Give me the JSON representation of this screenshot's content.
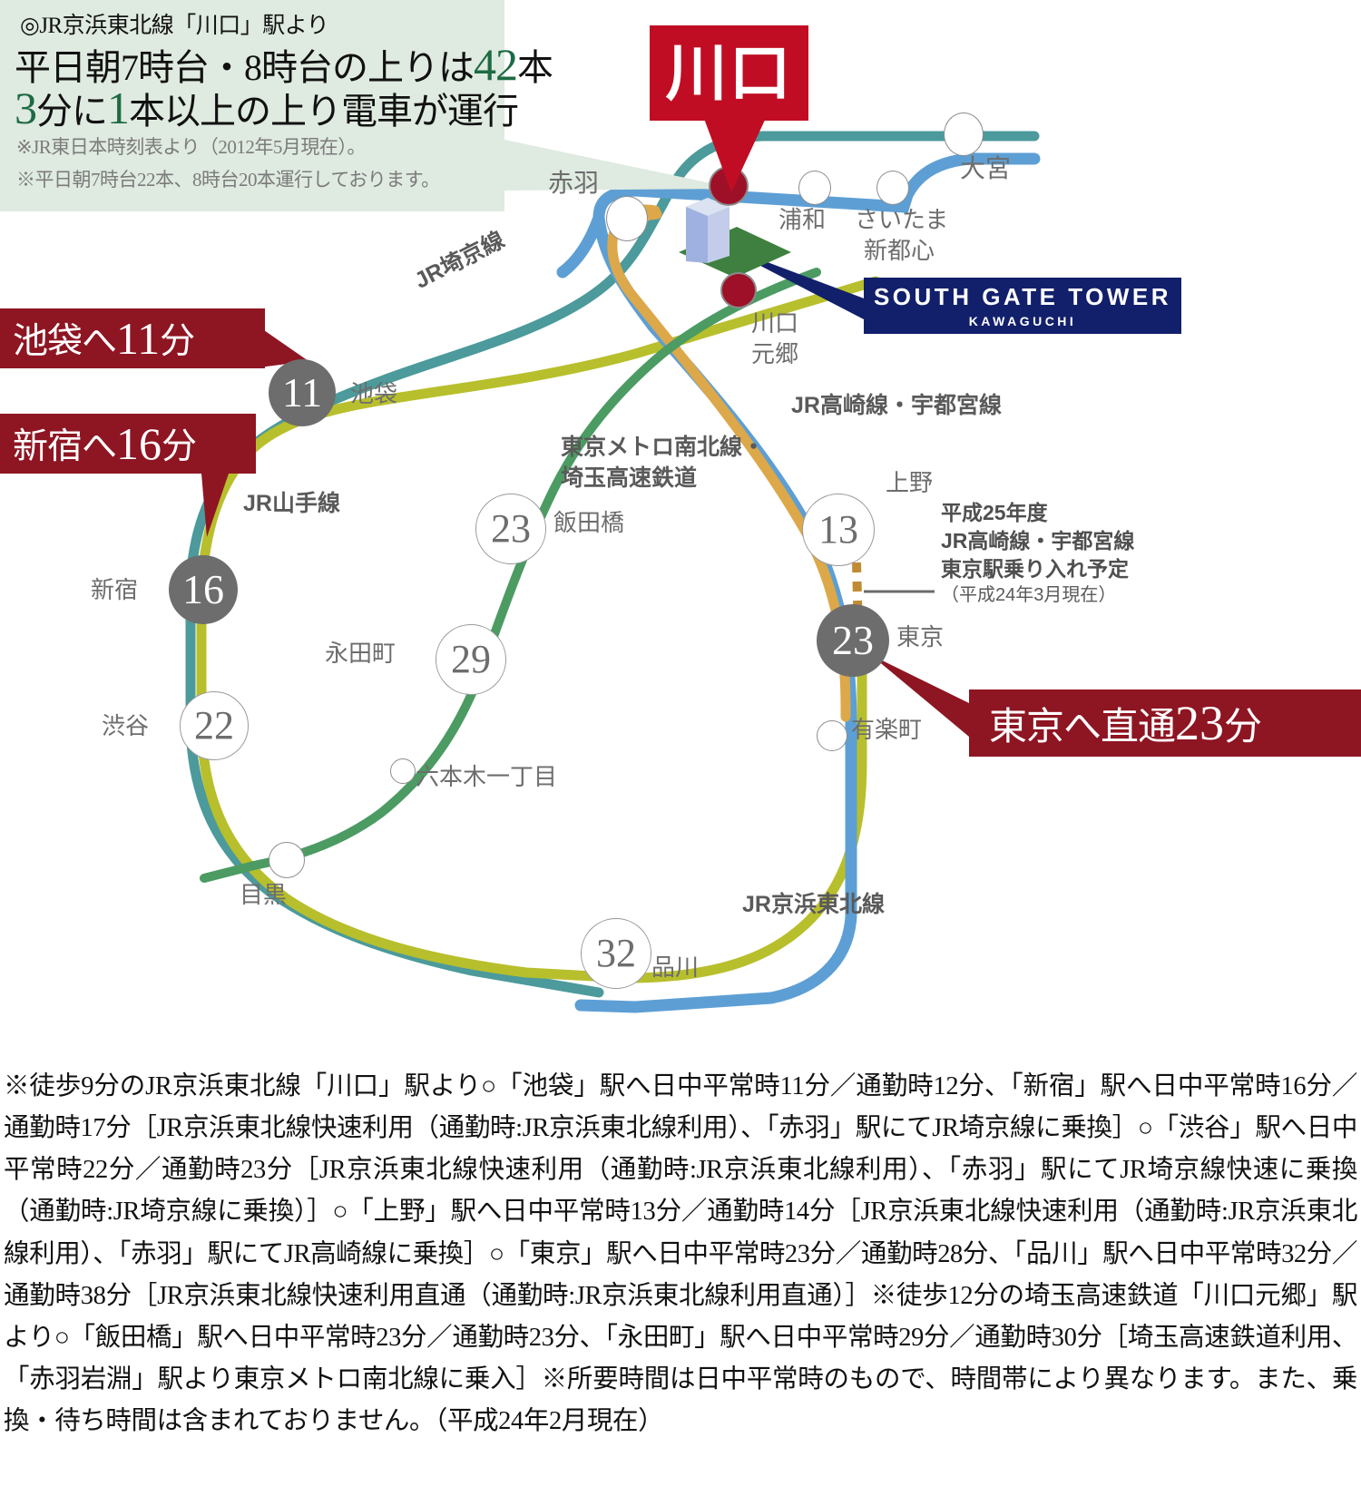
{
  "header": {
    "line1": "◎JR京浜東北線「川口」駅より",
    "line2_a": "平日朝7時台・8時台の上りは",
    "line2_num": "42",
    "line2_b": "本",
    "line3_num1": "3",
    "line3_a": "分に",
    "line3_num2": "1",
    "line3_b": "本以上の上り電車が運行",
    "note1": "※JR東日本時刻表より（2012年5月現在）。",
    "note2": "※平日朝7時台22本、8時台20本運行しております。"
  },
  "kawaguchi_flag": "川口",
  "property": {
    "name": "SOUTH GATE TOWER",
    "sub": "KAWAGUCHI"
  },
  "banners": [
    {
      "id": "ikebukuro",
      "text": "池袋へ",
      "minutes": "11",
      "suffix": "分"
    },
    {
      "id": "shinjuku",
      "text": "新宿へ",
      "minutes": "16",
      "suffix": "分"
    },
    {
      "id": "tokyo",
      "text": "東京へ直通",
      "minutes": "23",
      "suffix": "分"
    }
  ],
  "stations": [
    {
      "name": "赤羽",
      "minutes": ""
    },
    {
      "name": "大宮",
      "minutes": ""
    },
    {
      "name": "浦和",
      "minutes": ""
    },
    {
      "name": "さいたま",
      "minutes": ""
    },
    {
      "name": "新都心",
      "minutes": ""
    },
    {
      "name": "川口",
      "minutes": ""
    },
    {
      "name": "元郷",
      "minutes": ""
    },
    {
      "name": "池袋",
      "minutes": "11"
    },
    {
      "name": "新宿",
      "minutes": "16"
    },
    {
      "name": "渋谷",
      "minutes": "22"
    },
    {
      "name": "目黒",
      "minutes": ""
    },
    {
      "name": "品川",
      "minutes": "32"
    },
    {
      "name": "飯田橋",
      "minutes": "23"
    },
    {
      "name": "永田町",
      "minutes": "29"
    },
    {
      "name": "六本木一丁目",
      "minutes": ""
    },
    {
      "name": "上野",
      "minutes": "13"
    },
    {
      "name": "東京",
      "minutes": "23"
    },
    {
      "name": "有楽町",
      "minutes": ""
    }
  ],
  "lines": [
    {
      "name": "JR埼京線",
      "color": "#4c9a9b"
    },
    {
      "name": "JR山手線",
      "color": "#b8bf2c"
    },
    {
      "name": "JR高崎線・宇都宮線",
      "color": "#dca84a"
    },
    {
      "name": "JR京浜東北線",
      "color": "#5d9fd4"
    },
    {
      "name": "東京メトロ南北線・\n埼玉高速鉄道",
      "color": "#4b9b63"
    }
  ],
  "line_labels": {
    "saikyo": "JR埼京線",
    "yamanote": "JR山手線",
    "takasaki": "JR高崎線・宇都宮線",
    "keihin": "JR京浜東北線",
    "nanboku_1": "東京メトロ南北線・",
    "nanboku_2": "埼玉高速鉄道"
  },
  "plan_note": {
    "l1": "平成25年度",
    "l2": "JR高崎線・宇都宮線",
    "l3": "東京駅乗り入れ予定",
    "l4": "（平成24年3月現在）"
  },
  "footer": "※徒歩9分のJR京浜東北線「川口」駅より○「池袋」駅へ日中平常時11分／通勤時12分、「新宿」駅へ日中平常時16分／通勤時17分［JR京浜東北線快速利用（通勤時:JR京浜東北線利用）、「赤羽」駅にてJR埼京線に乗換］○「渋谷」駅へ日中平常時22分／通勤時23分［JR京浜東北線快速利用（通勤時:JR京浜東北線利用）、「赤羽」駅にてJR埼京線快速に乗換（通勤時:JR埼京線に乗換）］○「上野」駅へ日中平常時13分／通勤時14分［JR京浜東北線快速利用（通勤時:JR京浜東北線利用）、「赤羽」駅にてJR高崎線に乗換］○「東京」駅へ日中平常時23分／通勤時28分、「品川」駅へ日中平常時32分／通勤時38分［JR京浜東北線快速利用直通（通勤時:JR京浜東北線利用直通）］※徒歩12分の埼玉高速鉄道「川口元郷」駅より○「飯田橋」駅へ日中平常時23分／通勤時23分、「永田町」駅へ日中平常時29分／通勤時30分［埼玉高速鉄道利用、「赤羽岩淵」駅より東京メトロ南北線に乗入］※所要時間は日中平常時のもので、時間帯により異なります。また、乗換・待ち時間は含まれておりません。（平成24年2月現在）",
  "colors": {
    "accent_red": "#c10d23",
    "banner_red": "#8e1522",
    "navy": "#12206b",
    "header_bg": "#dfeae0",
    "header_green": "#1d6b43"
  }
}
